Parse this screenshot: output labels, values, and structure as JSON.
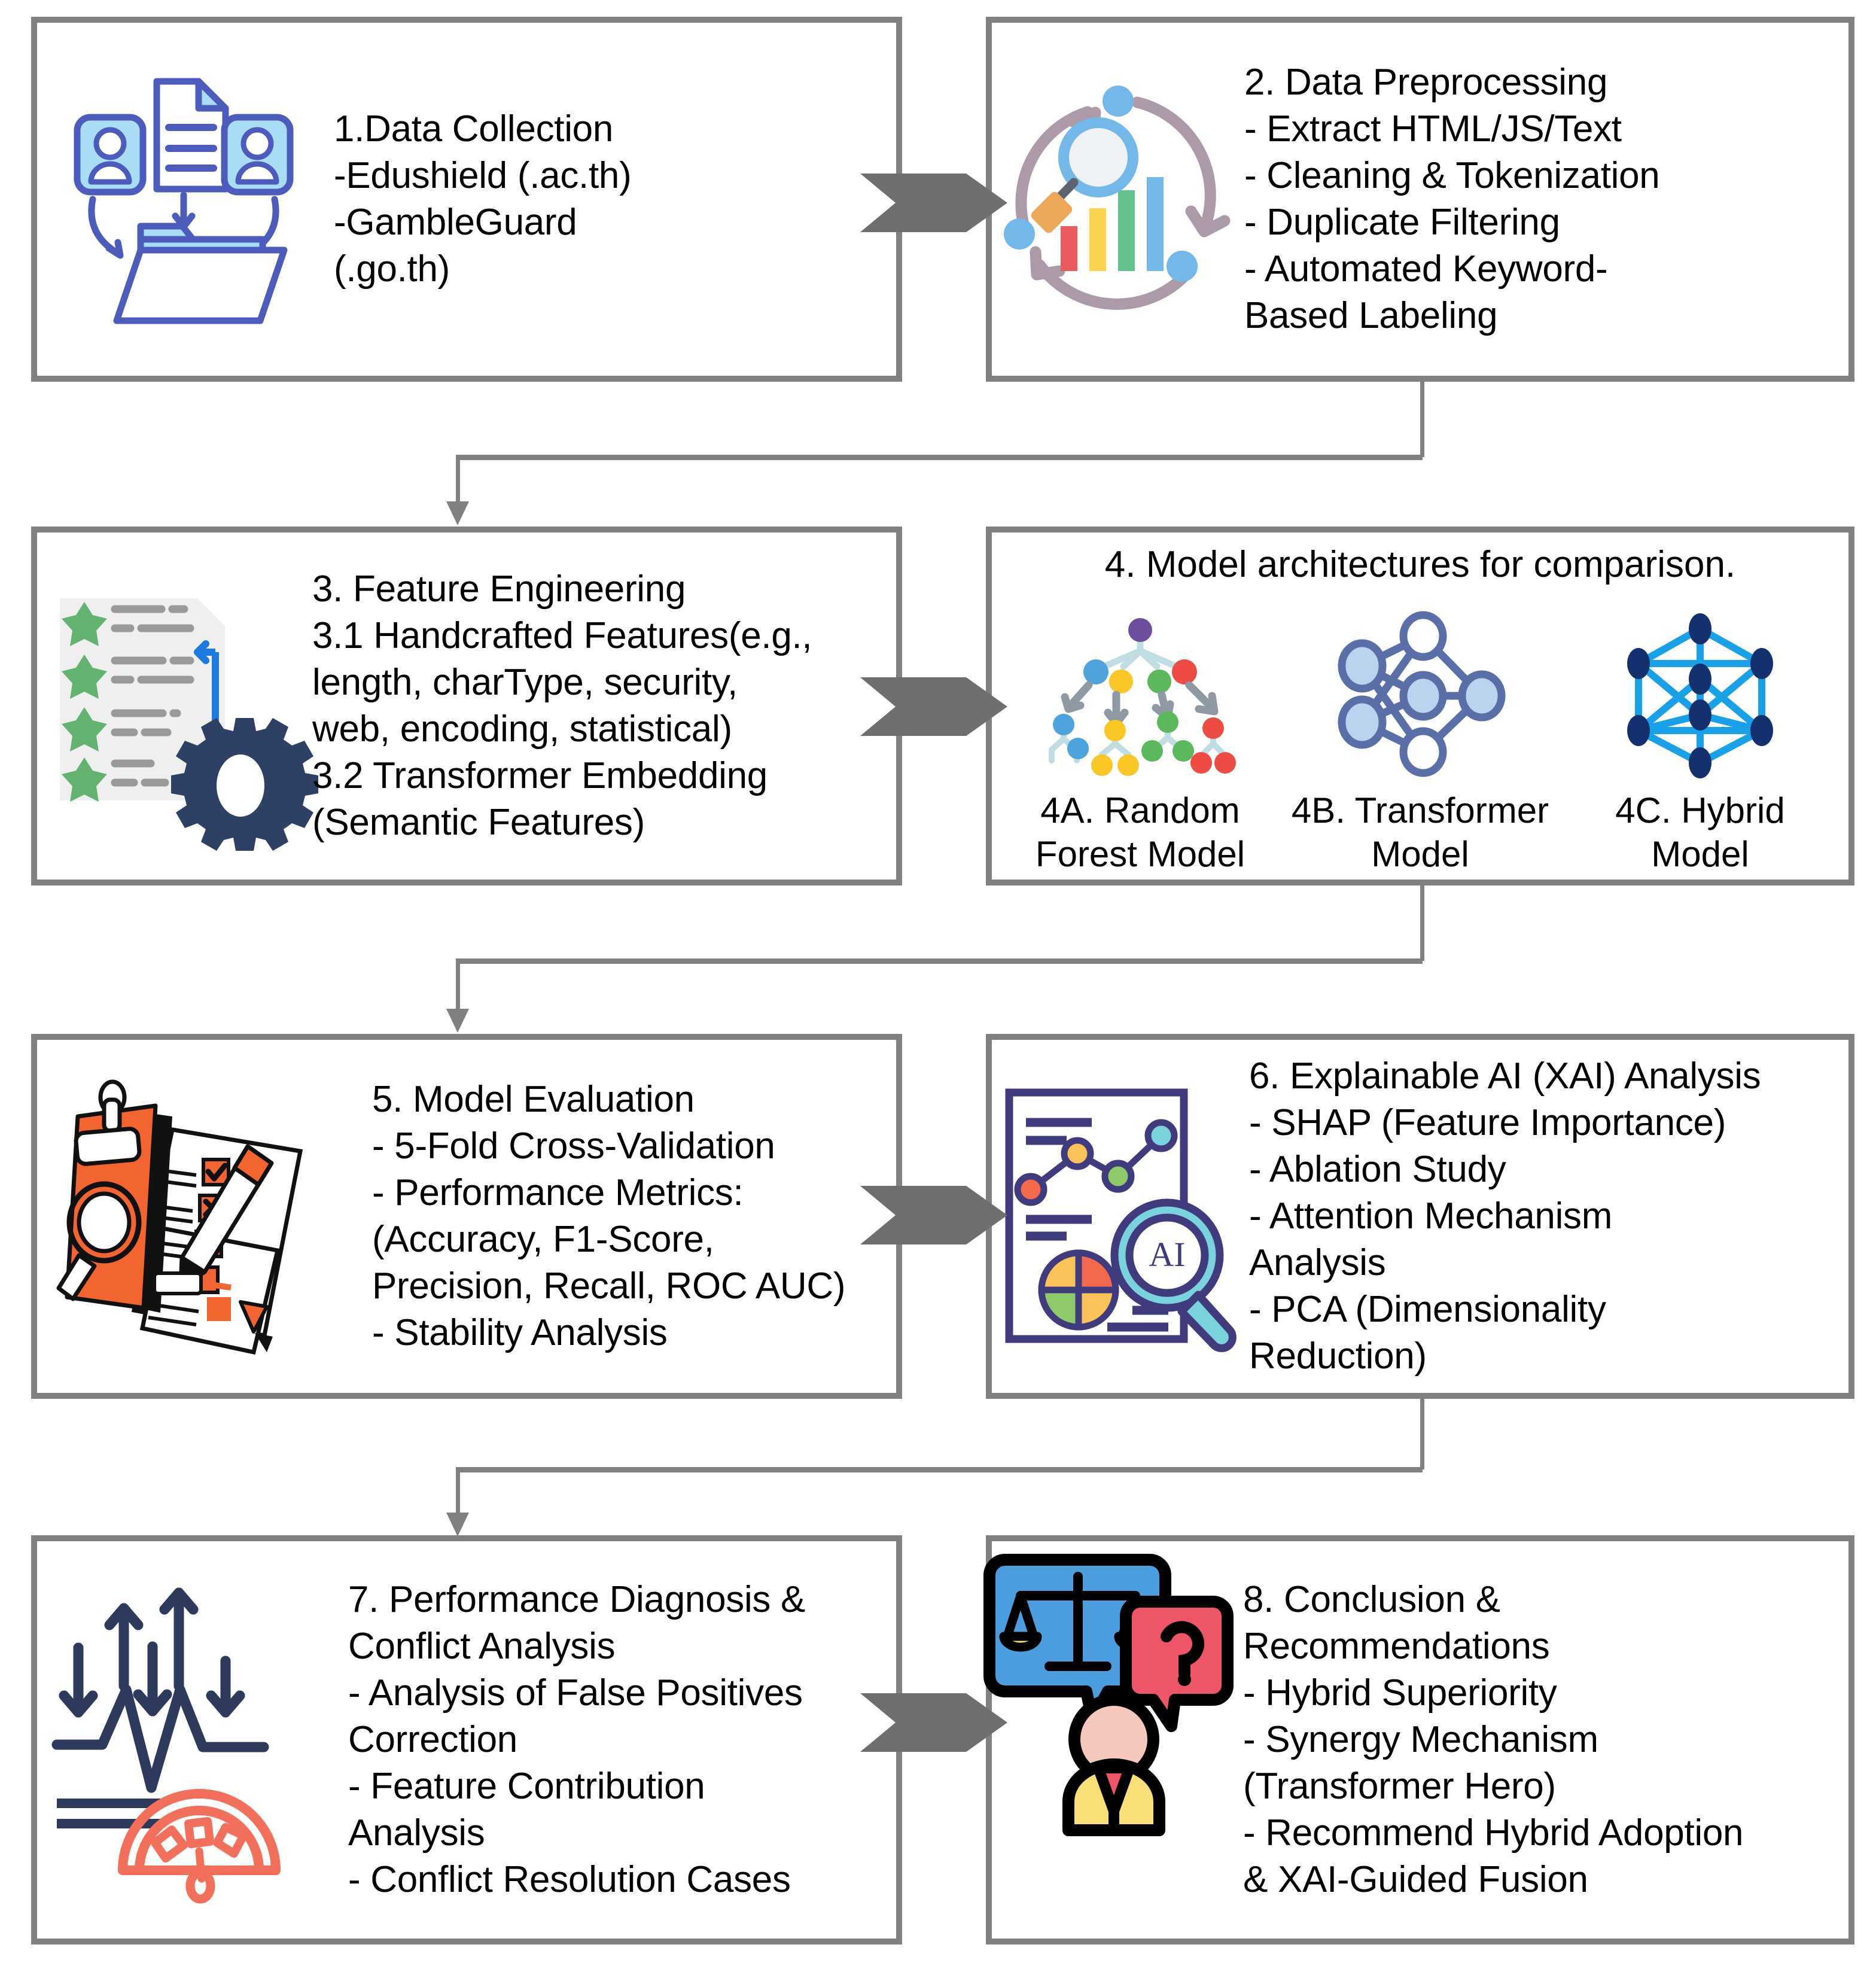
{
  "diagram": {
    "title": "Research methodology flowchart",
    "accent_colors": {
      "box_border": "#808080",
      "connector": "#808080",
      "chevron": "#6e6e6e",
      "icon_blue": "#4d5bbd",
      "icon_light_blue": "#a8ddf5",
      "icon_orange": "#f06a3c",
      "icon_navy": "#2e4064",
      "icon_purple": "#3f3b7d",
      "icon_teal": "#6ed0d8",
      "icon_green": "#64b56a",
      "icon_yellow": "#fbd44f",
      "icon_red": "#ef5350",
      "icon_mauve": "#ad9aa8"
    }
  },
  "steps": [
    {
      "id": "step-1",
      "icon": "users-document-folder-icon",
      "lines": [
        "1.Data Collection",
        "-Edushield (.ac.th)",
        "-GambleGuard",
        "(.go.th)"
      ]
    },
    {
      "id": "step-2",
      "icon": "data-cycle-chart-magnifier-icon",
      "lines": [
        "2. Data Preprocessing",
        "- Extract HTML/JS/Text",
        "- Cleaning & Tokenization",
        "- Duplicate Filtering",
        "- Automated Keyword-",
        "Based  Labeling"
      ]
    },
    {
      "id": "step-3",
      "icon": "checklist-gear-icon",
      "lines": [
        "3. Feature Engineering",
        "3.1 Handcrafted Features(e.g.,",
        "length, charType, security,",
        "web, encoding, statistical)",
        " 3.2 Transformer Embedding",
        "(Semantic Features)"
      ]
    },
    {
      "id": "step-4",
      "icon": "model-architectures-icon",
      "title": "4. Model architectures for comparison.",
      "models": [
        {
          "icon": "decision-tree-icon",
          "label": "4A. Random Forest Model"
        },
        {
          "icon": "neural-network-icon",
          "label": "4B. Transformer Model"
        },
        {
          "icon": "graph-network-icon",
          "label": "4C. Hybrid Model"
        }
      ]
    },
    {
      "id": "step-5",
      "icon": "clipboard-checklist-magnifier-pen-icon",
      "lines": [
        "5. Model Evaluation",
        "- 5-Fold Cross-Validation",
        "- Performance Metrics:",
        "(Accuracy, F1-Score,",
        "Precision, Recall, ROC AUC)",
        "- Stability Analysis"
      ]
    },
    {
      "id": "step-6",
      "icon": "report-chart-ai-magnifier-icon",
      "lines": [
        "6. Explainable AI (XAI) Analysis",
        "- SHAP (Feature Importance)",
        "- Ablation Study",
        "- Attention Mechanism",
        "Analysis",
        "- PCA (Dimensionality",
        "Reduction)"
      ]
    },
    {
      "id": "step-7",
      "icon": "signal-arrows-gauge-icon",
      "lines": [
        "7. Performance Diagnosis &",
        "Conflict Analysis",
        "- Analysis of False Positives",
        "Correction",
        "- Feature Contribution",
        "Analysis",
        "- Conflict Resolution Cases"
      ]
    },
    {
      "id": "step-8",
      "icon": "person-speech-balance-question-icon",
      "lines": [
        "8. Conclusion &",
        "Recommendations",
        "- Hybrid Superiority",
        "- Synergy Mechanism",
        "(Transformer Hero)",
        "- Recommend Hybrid Adoption",
        "& XAI-Guided Fusion"
      ]
    }
  ],
  "connectors": [
    {
      "id": "conn-1-2",
      "type": "chevron",
      "from": "step-1",
      "to": "step-2"
    },
    {
      "id": "conn-2-3",
      "type": "elbow",
      "from": "step-2",
      "to": "step-3"
    },
    {
      "id": "conn-3-4",
      "type": "chevron",
      "from": "step-3",
      "to": "step-4"
    },
    {
      "id": "conn-4-5",
      "type": "elbow",
      "from": "step-4",
      "to": "step-5"
    },
    {
      "id": "conn-5-6",
      "type": "chevron",
      "from": "step-5",
      "to": "step-6"
    },
    {
      "id": "conn-6-7",
      "type": "elbow",
      "from": "step-6",
      "to": "step-7"
    },
    {
      "id": "conn-7-8",
      "type": "chevron",
      "from": "step-7",
      "to": "step-8"
    }
  ]
}
